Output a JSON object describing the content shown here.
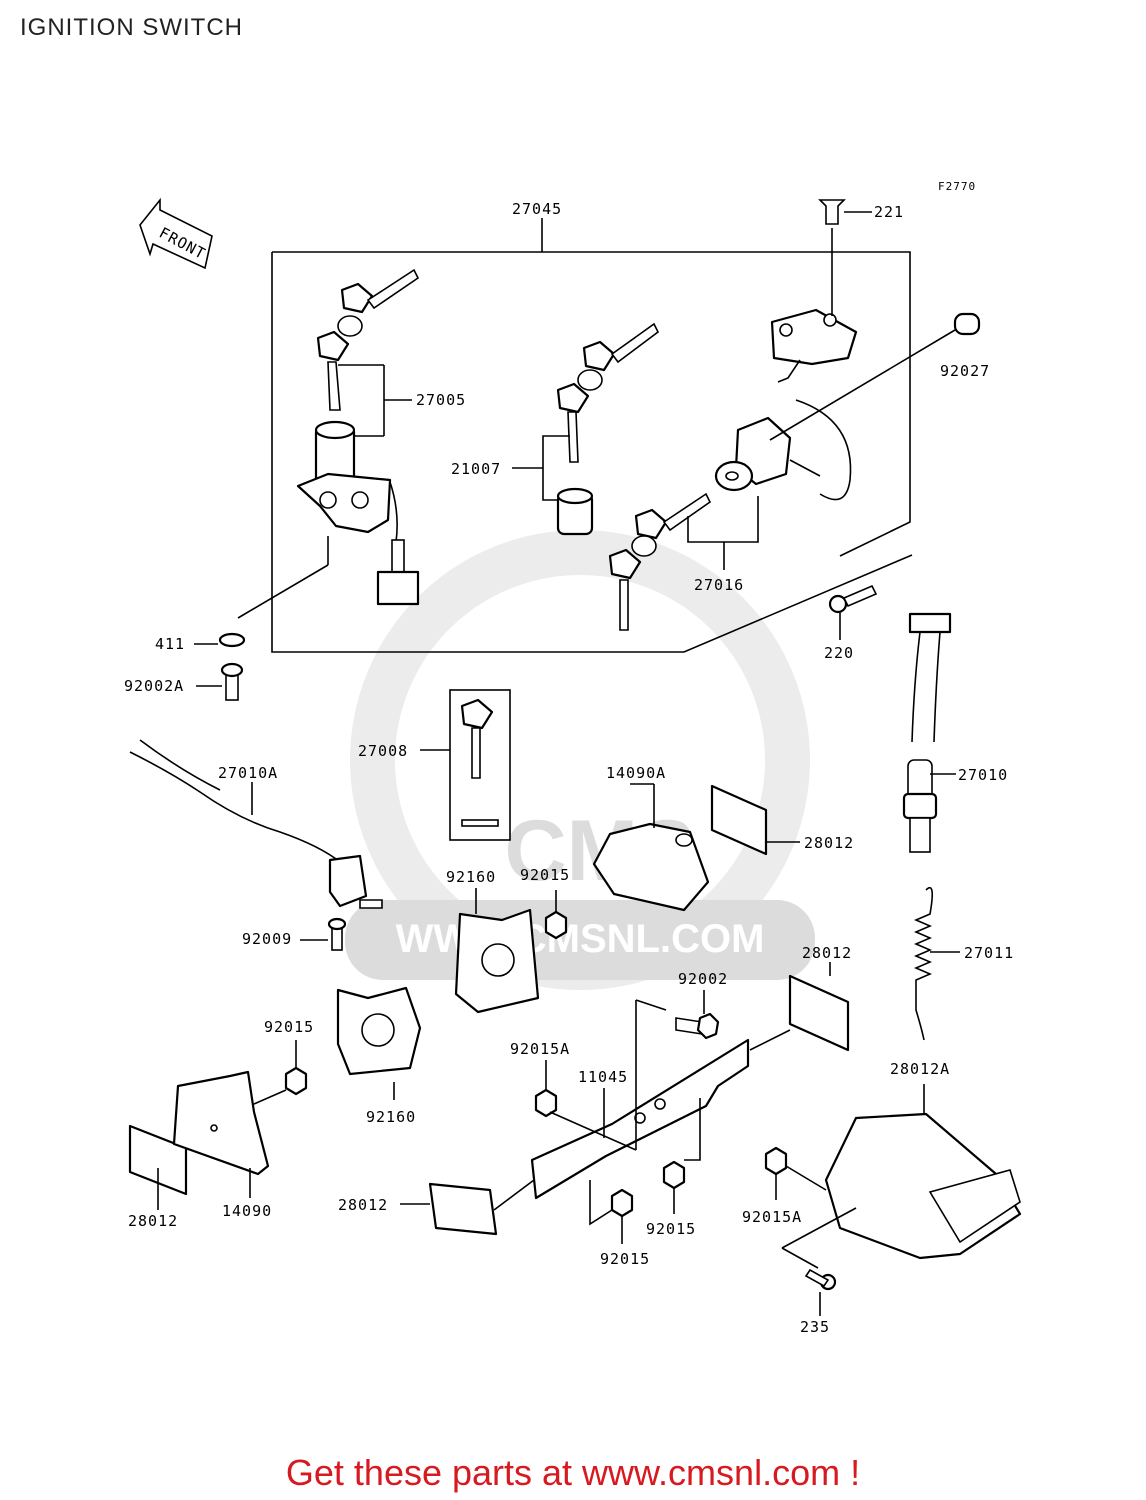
{
  "page": {
    "title": "IGNITION SWITCH",
    "promo": "Get these parts at www.cmsnl.com !"
  },
  "diagram": {
    "figure_code": "F2770",
    "front_label": "FRONT",
    "watermark_text": "WWW.CMSNL.COM",
    "watermark_logo": "CMS",
    "part_numbers": [
      "27045",
      "221",
      "92027",
      "27005",
      "21007",
      "27016",
      "220",
      "411",
      "92002A",
      "27008",
      "27010A",
      "14090A",
      "27010",
      "28012",
      "92015",
      "92160",
      "92009",
      "28012",
      "27011",
      "92002",
      "92015",
      "92015A",
      "11045",
      "28012A",
      "92160",
      "28012",
      "14090",
      "28012",
      "92015",
      "92015",
      "92015A",
      "235"
    ]
  }
}
